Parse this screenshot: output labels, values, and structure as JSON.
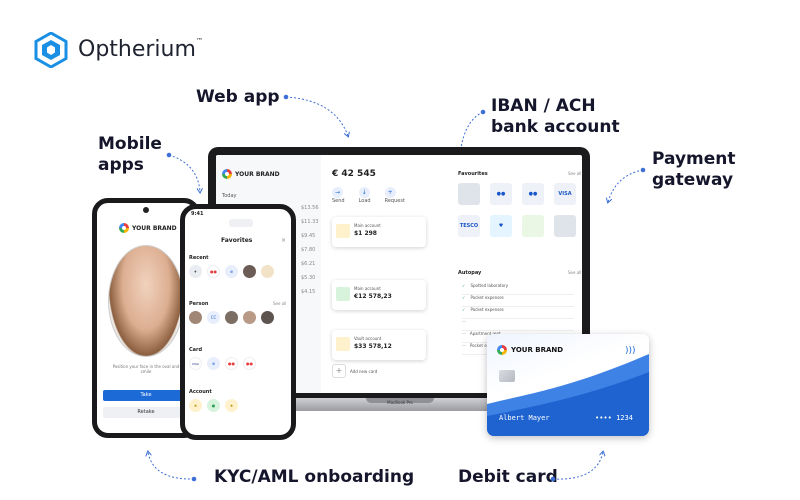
{
  "brand": {
    "name": "Optherium",
    "tm": "™"
  },
  "callouts": {
    "web_app": "Web app",
    "iban_line1": "IBAN / ACH",
    "iban_line2": "bank account",
    "mobile_line1": "Mobile",
    "mobile_line2": "apps",
    "payment_line1": "Payment",
    "payment_line2": "gateway",
    "kyc": "KYC/AML onboarding",
    "debit": "Debit card"
  },
  "laptop": {
    "brand": "YOUR BRAND",
    "sidebar_item": "Today",
    "balance": "€ 42 545",
    "actions": [
      "Send",
      "Load",
      "Request"
    ],
    "accounts": [
      {
        "label": "Main account",
        "amount": "$1 298"
      },
      {
        "label": "Main account",
        "amount": "€12 578,23"
      },
      {
        "label": "Vault account",
        "amount": "$33 578,12"
      }
    ],
    "add_account": "Add new card",
    "favourites_title": "Favourites",
    "see_all": "See all",
    "autopay_title": "Autopay",
    "autopay_rows": [
      "Spotted laboratory",
      "Pocket expenses",
      "Pocket expenses",
      "",
      "Apartment rent",
      "Pocket expenses"
    ],
    "macbook_label": "MacBook Pro"
  },
  "phone_left": {
    "brand": "YOUR BRAND",
    "instruction": "Position your face in the oval and smile",
    "primary_button": "Take",
    "secondary_button": "Retake"
  },
  "phone_right": {
    "time": "9:41",
    "title": "Favorites",
    "sections": [
      "Recent",
      "Person",
      "Card",
      "Account"
    ],
    "see_all": "See all"
  },
  "debit_card": {
    "brand": "YOUR BRAND",
    "holder": "Albert Mayer",
    "number_mask": "•••• 1234"
  },
  "colors": {
    "accent": "#1b6ad6",
    "callout_arrow": "#3d6fd6",
    "logo": "#1a8fe3"
  },
  "icons": [
    "optherium-logo-icon",
    "contactless-icon",
    "chip-icon",
    "brand-logo-icon",
    "arrow-icon"
  ]
}
